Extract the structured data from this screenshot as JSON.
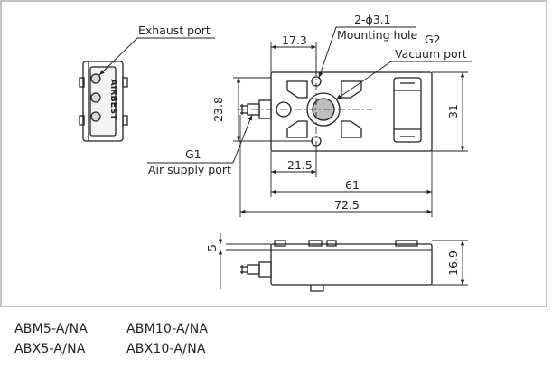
{
  "labels": {
    "exhaust_port": "Exhaust port",
    "mounting_hole_dim": "2-ϕ3.1",
    "mounting_hole": "Mounting hole",
    "g2": "G2",
    "vacuum_port": "Vacuum port",
    "g1": "G1",
    "air_supply_port": "Air supply port",
    "brand_text": "AIRBEST"
  },
  "dimensions": {
    "d_17_3": "17.3",
    "d_23_8": "23.8",
    "d_31": "31",
    "d_21_5": "21.5",
    "d_61": "61",
    "d_72_5": "72.5",
    "d_5": "5",
    "d_16_9": "16.9"
  },
  "models": [
    [
      "ABM5-A/NA",
      "ABM10-A/NA"
    ],
    [
      "ABX5-A/NA",
      "ABX10-A/NA"
    ]
  ],
  "colors": {
    "line": "#222222",
    "frame": "#9a9a9a",
    "body_fill": "#ffffff",
    "component_gray": "#bdbdbd"
  }
}
